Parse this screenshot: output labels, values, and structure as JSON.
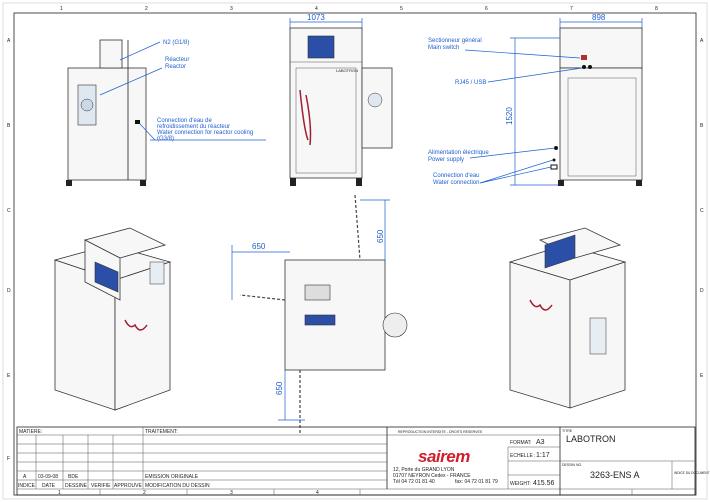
{
  "frame": {
    "columns": [
      "1",
      "2",
      "3",
      "4",
      "5",
      "6",
      "7",
      "8"
    ],
    "rows": [
      "A",
      "B",
      "C",
      "D",
      "E",
      "F"
    ]
  },
  "annotations": {
    "n2": "N2 (G1/8)",
    "reactor_fr": "Réacteur",
    "reactor_en": "Reactor",
    "cooling_1": "Connection d'eau de",
    "cooling_2": "refroidissement du réacteur",
    "cooling_3": "Water connection for reactor cooling",
    "cooling_4": "(G3/8)",
    "switch_fr": "Sectionneur général",
    "switch_en": "Main switch",
    "rj45": "RJ45 / USB",
    "power_fr": "Alimentation électrique",
    "power_en": "Power supply",
    "water_fr": "Connection d'eau",
    "water_en": "Water connection"
  },
  "dimensions": {
    "front_width": "1073",
    "side_width": "898",
    "height": "1520",
    "top_x": "650",
    "top_y1": "650",
    "top_y2": "650"
  },
  "title_block": {
    "matiere": "MATIERE:",
    "traitement": "TRAITEMENT:",
    "rev_row": {
      "indice": "A",
      "date": "03-09-08",
      "dessine": "BDE",
      "emission": "EMISSION ORIGINALE"
    },
    "headers": {
      "indice": "INDICE",
      "date": "DATE",
      "dessine": "DESSINE",
      "verifie": "VERIFIE",
      "approuve": "APPROUVE",
      "modification": "MODIFICATION DU DESSIN"
    },
    "reproduction": "REPRODUCTION INTERDITE - DROITS RESERVES",
    "logo": "sairem",
    "address_1": "12, Porte du GRAND LYON",
    "address_2": "01707 NEYRON Cedex - FRANCE",
    "phone": "Tél 04 72 01 81 40",
    "fax": "fax: 04 72 01 81 79",
    "format_label": "FORMAT:",
    "format": "A3",
    "scale_label": "ECHELLE :",
    "scale": "1:17",
    "weight_label": "WEIGHT:",
    "weight": "415.56",
    "title_label": "TITRE",
    "title": "LABOTRON",
    "drawing_label": "DESSIN NO.",
    "drawing_no": "3263-ENS A",
    "doc_index": "INDICE DU DOCUMENT",
    "bottom_cols": [
      "1",
      "2",
      "3",
      "4"
    ]
  },
  "machine_label": "LABOTRON"
}
